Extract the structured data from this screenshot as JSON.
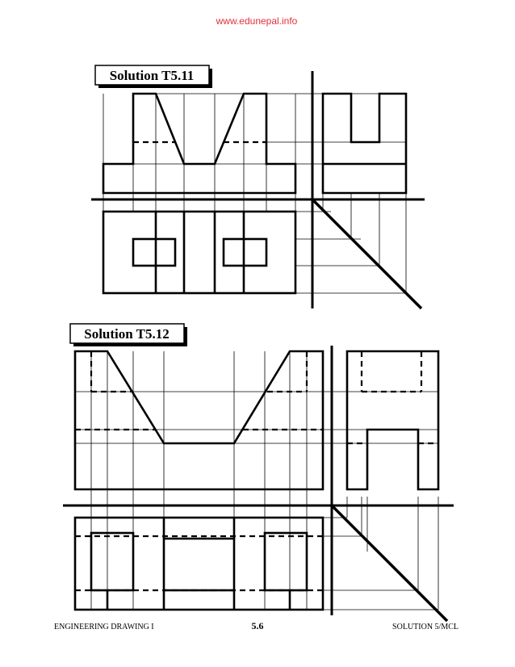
{
  "watermark": "www.edunepal.info",
  "solutions": [
    {
      "title": "Solution T5.11"
    },
    {
      "title": "Solution T5.12"
    }
  ],
  "footer": {
    "left": "ENGINEERING DRAWING I",
    "center": "5.6",
    "right": "SOLUTION  5/MCL"
  }
}
